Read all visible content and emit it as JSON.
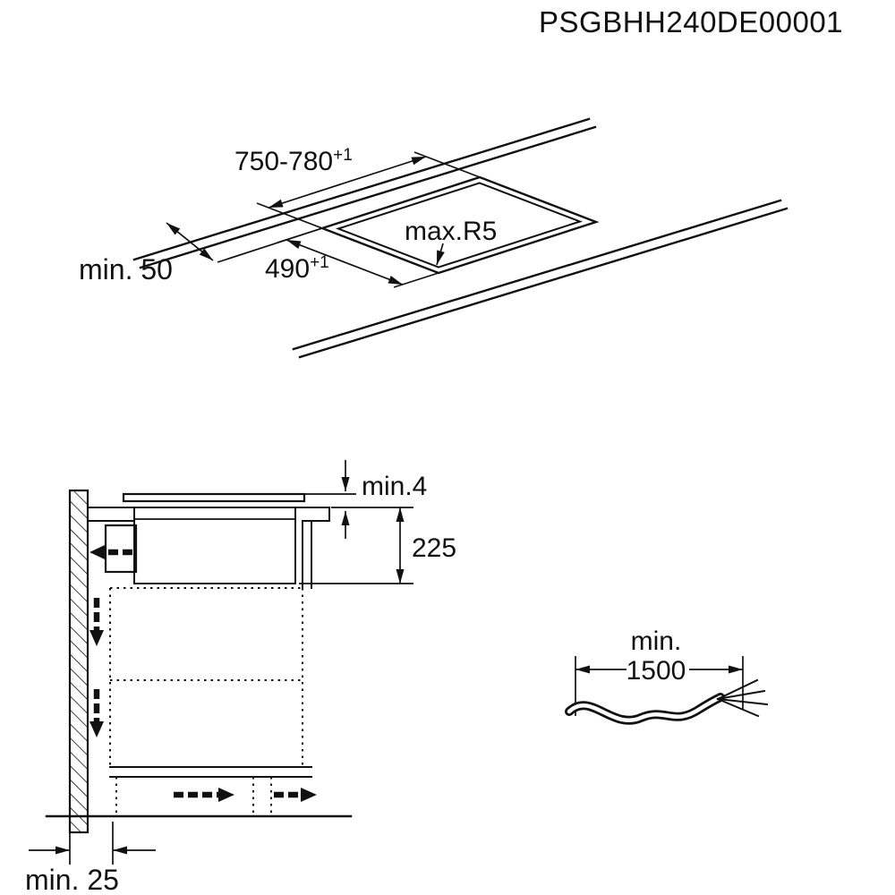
{
  "drawing_code": "PSGBHH240DE00001",
  "colors": {
    "line": "#111111",
    "background": "#ffffff"
  },
  "top_view": {
    "width_dim": "750-780",
    "width_tolerance": "+1",
    "depth_dim": "490",
    "depth_tolerance": "+1",
    "front_clearance": "min. 50",
    "corner_radius": "max.R5"
  },
  "side_view": {
    "top_gap": "min.4",
    "recess_depth": "225",
    "wall_clearance": "min. 25"
  },
  "cable": {
    "label": "min.",
    "length": "1500"
  }
}
